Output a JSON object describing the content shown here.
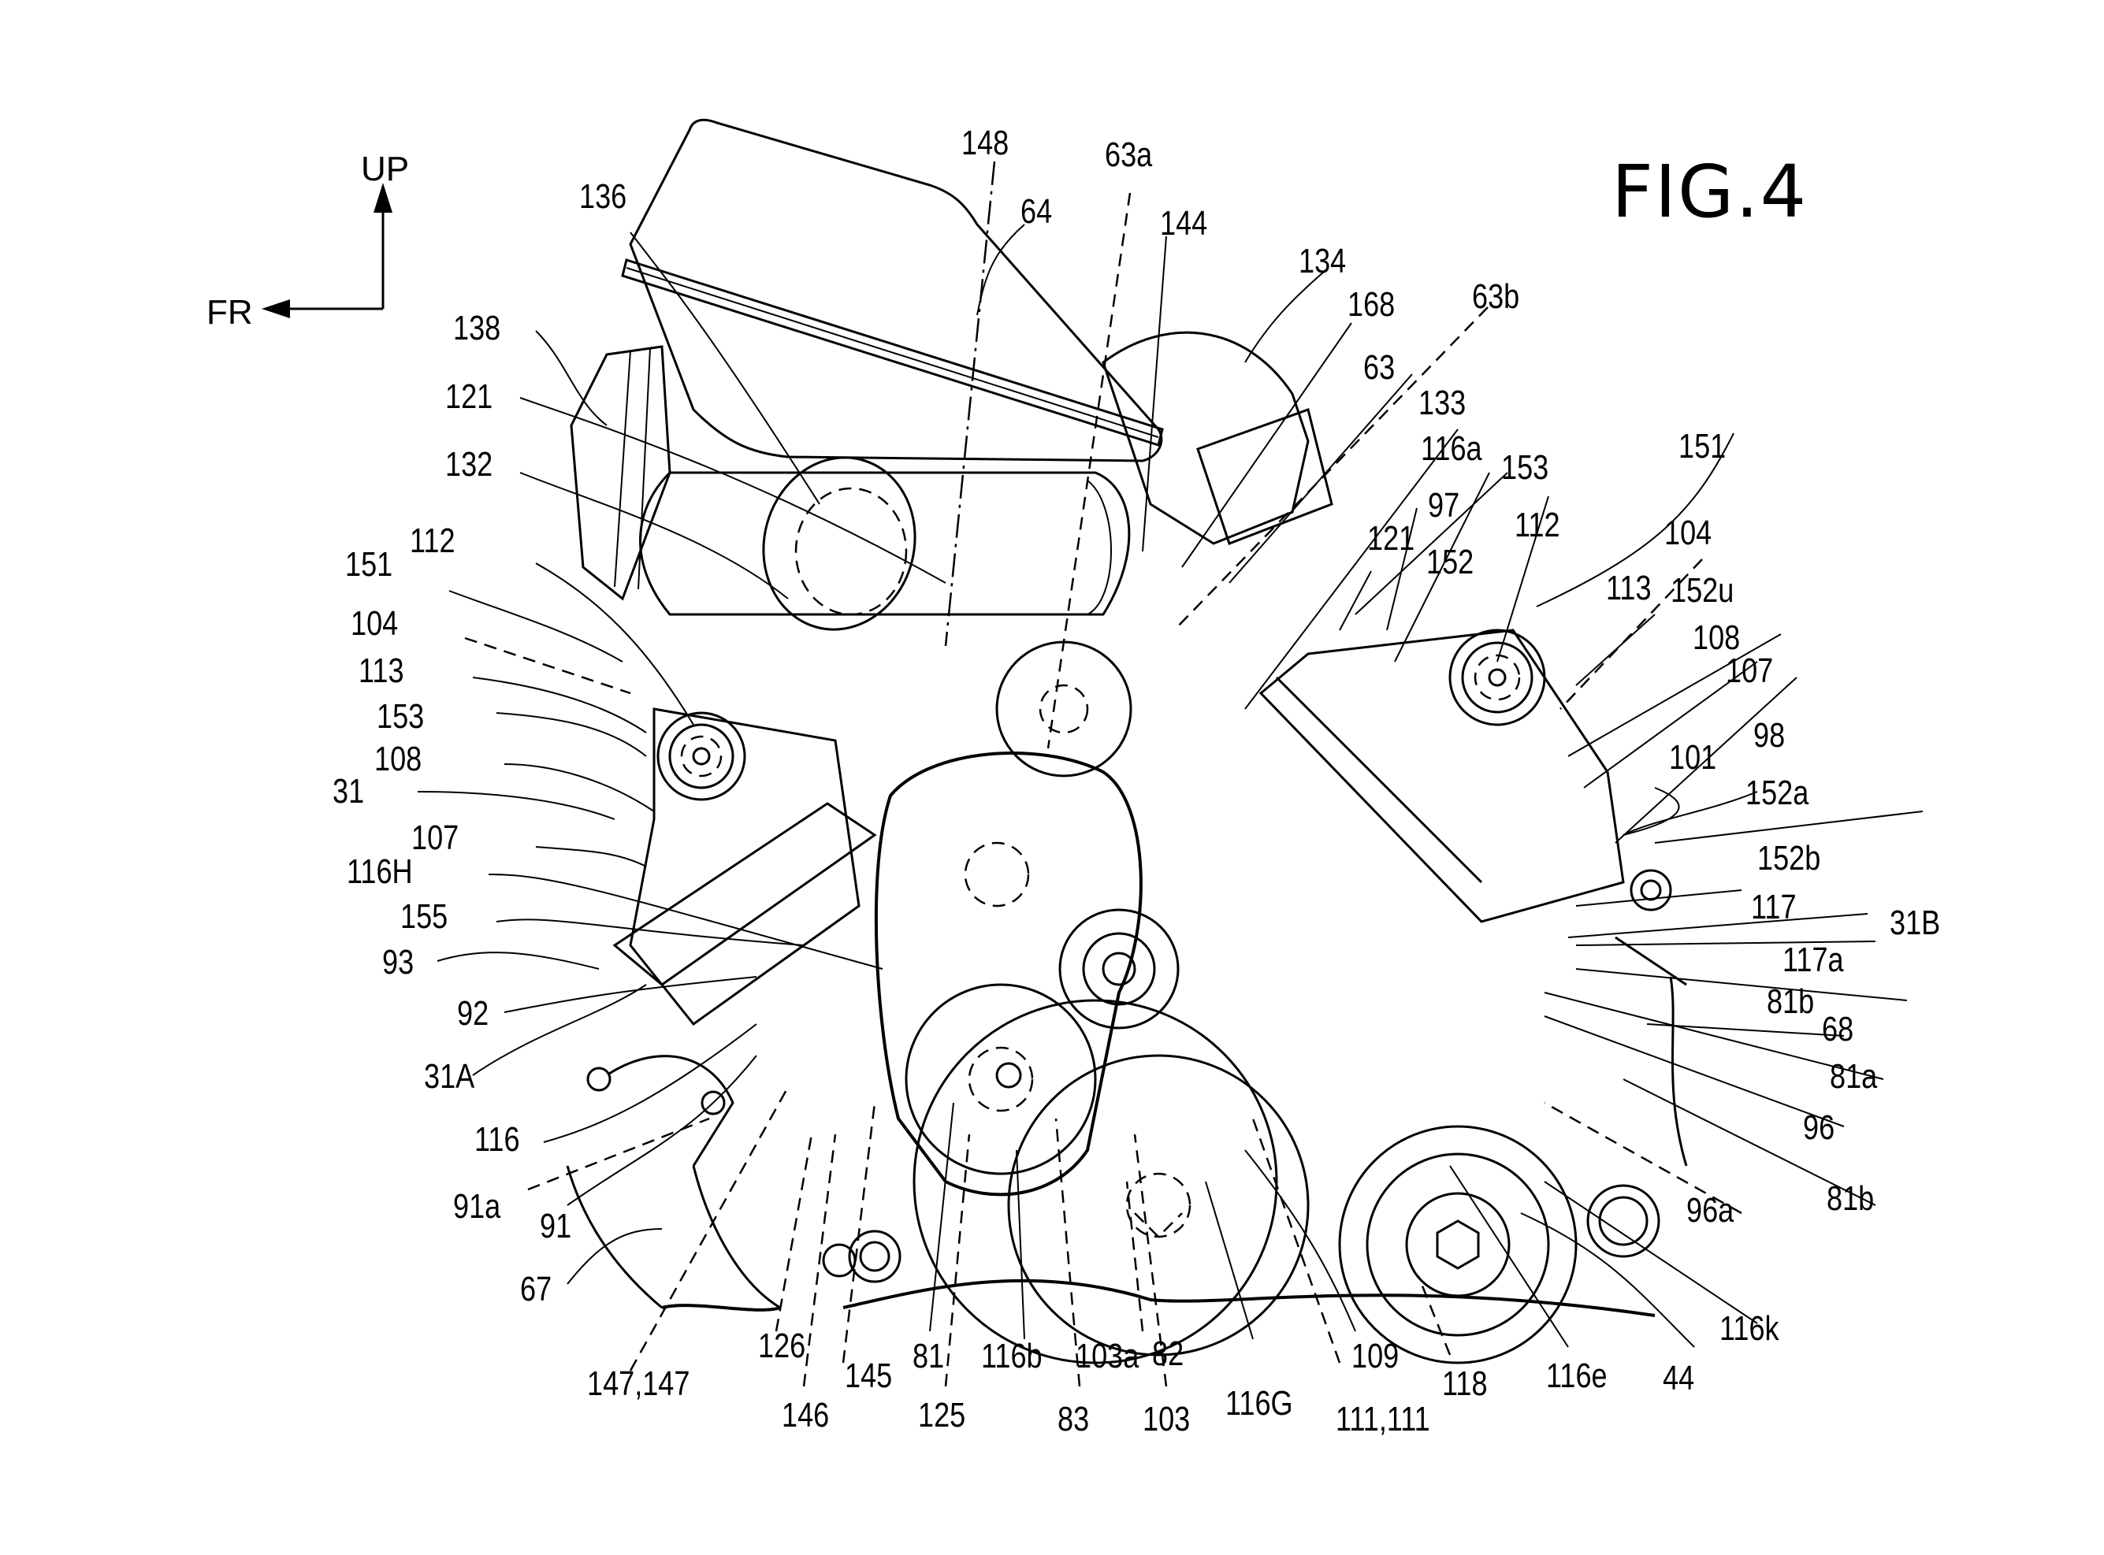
{
  "figure": {
    "title": "FIG.4",
    "orientation": {
      "up": "UP",
      "front": "FR"
    }
  },
  "labels": [
    {
      "id": "l136",
      "text": "136"
    },
    {
      "id": "l148",
      "text": "148"
    },
    {
      "id": "l63a",
      "text": "63a"
    },
    {
      "id": "l64",
      "text": "64"
    },
    {
      "id": "l144",
      "text": "144"
    },
    {
      "id": "l134",
      "text": "134"
    },
    {
      "id": "l168",
      "text": "168"
    },
    {
      "id": "l63b",
      "text": "63b"
    },
    {
      "id": "l63",
      "text": "63"
    },
    {
      "id": "l133",
      "text": "133"
    },
    {
      "id": "l116a",
      "text": "116a"
    },
    {
      "id": "l153r",
      "text": "153"
    },
    {
      "id": "l151r",
      "text": "151"
    },
    {
      "id": "l97",
      "text": "97"
    },
    {
      "id": "l121r",
      "text": "121"
    },
    {
      "id": "l152",
      "text": "152"
    },
    {
      "id": "l112r",
      "text": "112"
    },
    {
      "id": "l104r",
      "text": "104"
    },
    {
      "id": "l113r",
      "text": "113"
    },
    {
      "id": "l152u",
      "text": "152u"
    },
    {
      "id": "l108r",
      "text": "108"
    },
    {
      "id": "l107r",
      "text": "107"
    },
    {
      "id": "l98",
      "text": "98"
    },
    {
      "id": "l101",
      "text": "101"
    },
    {
      "id": "l152a",
      "text": "152a"
    },
    {
      "id": "l152b",
      "text": "152b"
    },
    {
      "id": "l117",
      "text": "117"
    },
    {
      "id": "l31B",
      "text": "31B"
    },
    {
      "id": "l117a",
      "text": "117a"
    },
    {
      "id": "l81b1",
      "text": "81b"
    },
    {
      "id": "l68",
      "text": "68"
    },
    {
      "id": "l81a",
      "text": "81a"
    },
    {
      "id": "l96",
      "text": "96"
    },
    {
      "id": "l81b2",
      "text": "81b"
    },
    {
      "id": "l96a",
      "text": "96a"
    },
    {
      "id": "l116k",
      "text": "116k"
    },
    {
      "id": "l44",
      "text": "44"
    },
    {
      "id": "l116e",
      "text": "116e"
    },
    {
      "id": "l118",
      "text": "118"
    },
    {
      "id": "l109",
      "text": "109"
    },
    {
      "id": "l111",
      "text": "111,111"
    },
    {
      "id": "l116G",
      "text": "116G"
    },
    {
      "id": "l103",
      "text": "103"
    },
    {
      "id": "l82",
      "text": "82"
    },
    {
      "id": "l103a",
      "text": "103a"
    },
    {
      "id": "l83",
      "text": "83"
    },
    {
      "id": "l116b",
      "text": "116b"
    },
    {
      "id": "l125",
      "text": "125"
    },
    {
      "id": "l81",
      "text": "81"
    },
    {
      "id": "l145",
      "text": "145"
    },
    {
      "id": "l146",
      "text": "146"
    },
    {
      "id": "l126",
      "text": "126"
    },
    {
      "id": "l147",
      "text": "147,147"
    },
    {
      "id": "l67",
      "text": "67"
    },
    {
      "id": "l91",
      "text": "91"
    },
    {
      "id": "l91a",
      "text": "91a"
    },
    {
      "id": "l116",
      "text": "116"
    },
    {
      "id": "l31A",
      "text": "31A"
    },
    {
      "id": "l92",
      "text": "92"
    },
    {
      "id": "l93",
      "text": "93"
    },
    {
      "id": "l155",
      "text": "155"
    },
    {
      "id": "l116H",
      "text": "116H"
    },
    {
      "id": "l107l",
      "text": "107"
    },
    {
      "id": "l31",
      "text": "31"
    },
    {
      "id": "l108l",
      "text": "108"
    },
    {
      "id": "l153l",
      "text": "153"
    },
    {
      "id": "l113l",
      "text": "113"
    },
    {
      "id": "l104l",
      "text": "104"
    },
    {
      "id": "l151l",
      "text": "151"
    },
    {
      "id": "l112l",
      "text": "112"
    },
    {
      "id": "l132",
      "text": "132"
    },
    {
      "id": "l121l",
      "text": "121"
    },
    {
      "id": "l138",
      "text": "138"
    }
  ]
}
